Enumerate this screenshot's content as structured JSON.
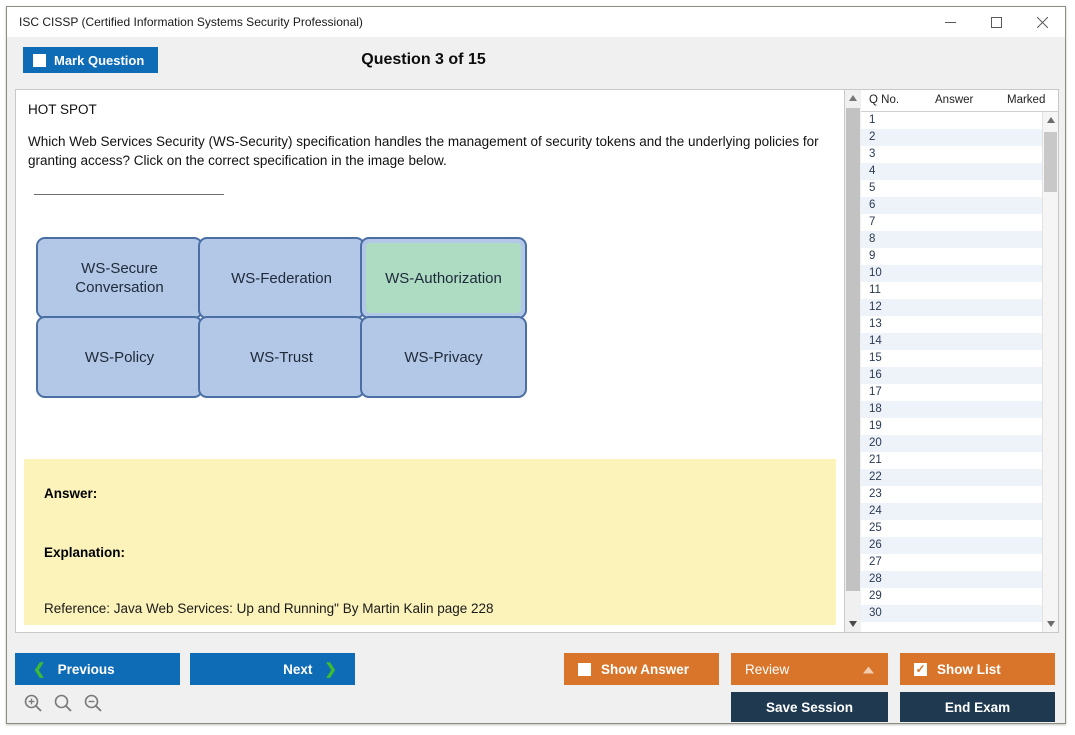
{
  "window": {
    "title": "ISC CISSP (Certified Information Systems Security Professional)",
    "controls": {
      "minimize": "minimize-icon",
      "maximize": "maximize-icon",
      "close": "close-icon"
    }
  },
  "header": {
    "mark_question_label": "Mark Question",
    "mark_question_checked": false,
    "question_title": "Question 3 of 15"
  },
  "question": {
    "type_label": "HOT SPOT",
    "text": "Which Web Services Security (WS-Security) specification handles the management of security tokens and the underlying policies for granting access? Click on the correct specification in the image below.",
    "diagram": {
      "selected": "WS-Authorization",
      "box_fill": "#b3c7e6",
      "box_border": "#4a6fa5",
      "selected_fill": "#addcc2",
      "boxes": [
        {
          "label": "WS-Secure Conversation",
          "selected": false
        },
        {
          "label": "WS-Federation",
          "selected": false
        },
        {
          "label": "WS-Authorization",
          "selected": true
        },
        {
          "label": "WS-Policy",
          "selected": false
        },
        {
          "label": "WS-Trust",
          "selected": false
        },
        {
          "label": "WS-Privacy",
          "selected": false
        }
      ]
    },
    "answer_panel": {
      "background": "#fcf3ba",
      "answer_label": "Answer:",
      "answer_value": "",
      "explanation_label": "Explanation:",
      "explanation_value": "",
      "reference": "Reference: Java Web Services: Up and Running\" By Martin Kalin page 228"
    }
  },
  "question_list": {
    "columns": [
      "Q No.",
      "Answer",
      "Marked"
    ],
    "rows": [
      {
        "no": "1",
        "answer": "",
        "marked": ""
      },
      {
        "no": "2",
        "answer": "",
        "marked": ""
      },
      {
        "no": "3",
        "answer": "",
        "marked": ""
      },
      {
        "no": "4",
        "answer": "",
        "marked": ""
      },
      {
        "no": "5",
        "answer": "",
        "marked": ""
      },
      {
        "no": "6",
        "answer": "",
        "marked": ""
      },
      {
        "no": "7",
        "answer": "",
        "marked": ""
      },
      {
        "no": "8",
        "answer": "",
        "marked": ""
      },
      {
        "no": "9",
        "answer": "",
        "marked": ""
      },
      {
        "no": "10",
        "answer": "",
        "marked": ""
      },
      {
        "no": "11",
        "answer": "",
        "marked": ""
      },
      {
        "no": "12",
        "answer": "",
        "marked": ""
      },
      {
        "no": "13",
        "answer": "",
        "marked": ""
      },
      {
        "no": "14",
        "answer": "",
        "marked": ""
      },
      {
        "no": "15",
        "answer": "",
        "marked": ""
      },
      {
        "no": "16",
        "answer": "",
        "marked": ""
      },
      {
        "no": "17",
        "answer": "",
        "marked": ""
      },
      {
        "no": "18",
        "answer": "",
        "marked": ""
      },
      {
        "no": "19",
        "answer": "",
        "marked": ""
      },
      {
        "no": "20",
        "answer": "",
        "marked": ""
      },
      {
        "no": "21",
        "answer": "",
        "marked": ""
      },
      {
        "no": "22",
        "answer": "",
        "marked": ""
      },
      {
        "no": "23",
        "answer": "",
        "marked": ""
      },
      {
        "no": "24",
        "answer": "",
        "marked": ""
      },
      {
        "no": "25",
        "answer": "",
        "marked": ""
      },
      {
        "no": "26",
        "answer": "",
        "marked": ""
      },
      {
        "no": "27",
        "answer": "",
        "marked": ""
      },
      {
        "no": "28",
        "answer": "",
        "marked": ""
      },
      {
        "no": "29",
        "answer": "",
        "marked": ""
      },
      {
        "no": "30",
        "answer": "",
        "marked": ""
      }
    ]
  },
  "footer": {
    "previous_label": "Previous",
    "next_label": "Next",
    "previous_icon": "chevron-left-icon",
    "next_icon": "chevron-right-icon",
    "show_answer_label": "Show Answer",
    "show_answer_checked": false,
    "review_label": "Review",
    "review_caret_icon": "chevron-up-icon",
    "show_list_label": "Show List",
    "show_list_checked": true,
    "save_session_label": "Save Session",
    "end_exam_label": "End Exam",
    "zoom_icons": [
      "zoom-in-icon",
      "zoom-reset-icon",
      "zoom-out-icon"
    ],
    "colors": {
      "primary_blue": "#0e6cb7",
      "orange": "#d9752a",
      "navy": "#1e3950",
      "chevron_green": "#3dbb35"
    }
  }
}
